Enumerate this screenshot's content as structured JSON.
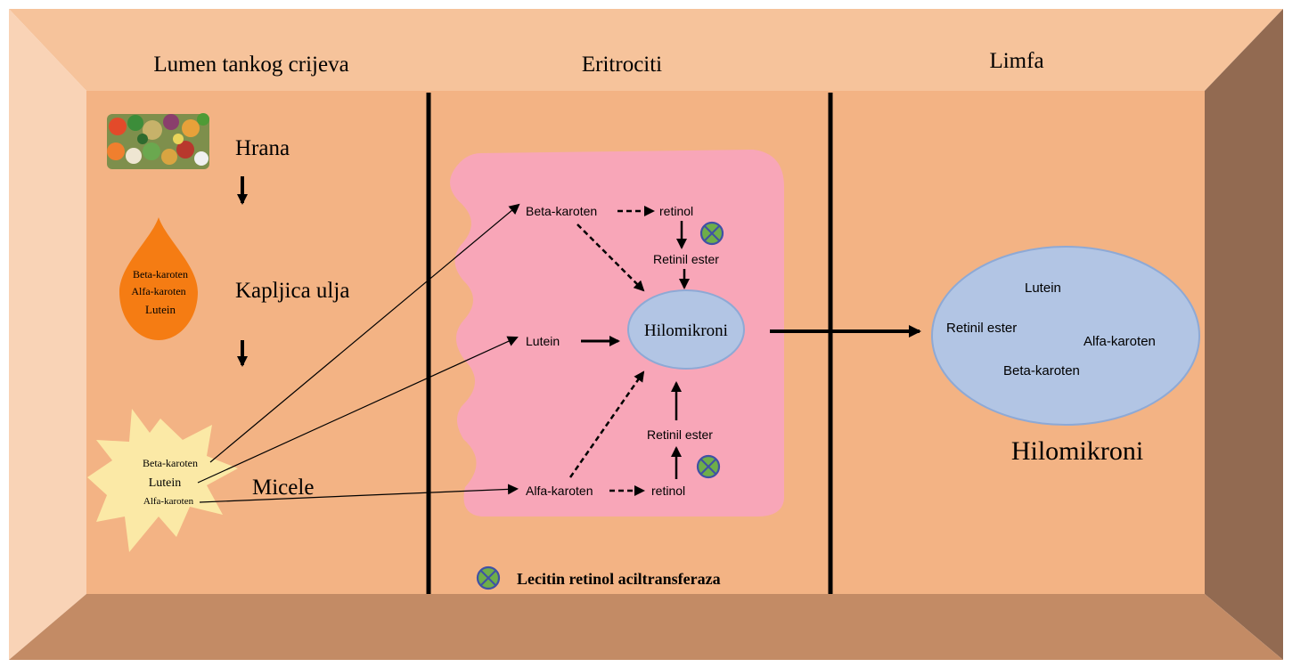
{
  "columns": {
    "lumen": "Lumen tankog crijeva",
    "eritrociti": "Eritrociti",
    "limfa": "Limfa"
  },
  "lumen": {
    "hrana": "Hrana",
    "kapljica": "Kapljica ulja",
    "micele": "Micele",
    "droplet_items": [
      "Beta-karoten",
      "Alfa-karoten",
      "Lutein"
    ],
    "micelle_items": [
      "Beta-karoten",
      "Lutein",
      "Alfa-karoten"
    ]
  },
  "cell": {
    "beta_karoten": "Beta-karoten",
    "retinol_top": "retinol",
    "retinil_ester_top": "Retinil ester",
    "lutein": "Lutein",
    "hilomikroni": "Hilomikroni",
    "retinil_ester_bottom": "Retinil ester",
    "alfa_karoten": "Alfa-karoten",
    "retinol_bottom": "retinol"
  },
  "legend": {
    "enzyme": "Lecitin retinol aciltransferaza",
    "enzyme_icon": "lrat-enzyme-icon"
  },
  "lymph": {
    "lutein": "Lutein",
    "retinil_ester": "Retinil ester",
    "alfa_karoten": "Alfa-karoten",
    "beta_karoten": "Beta-karoten",
    "caption": "Hilomikroni"
  },
  "colors": {
    "wall_top": "#f6c39b",
    "wall_left": "#f9d3b6",
    "wall_right": "#926a51",
    "floor": "#c38b65",
    "back": "#f3b384",
    "cell": "#f8a6b8",
    "chylomicron": "#b2c5e4",
    "droplet": "#f57c13",
    "micelle": "#fbe9a6",
    "enzyme_fill": "#6eae49",
    "enzyme_stroke": "#3f51a5"
  }
}
